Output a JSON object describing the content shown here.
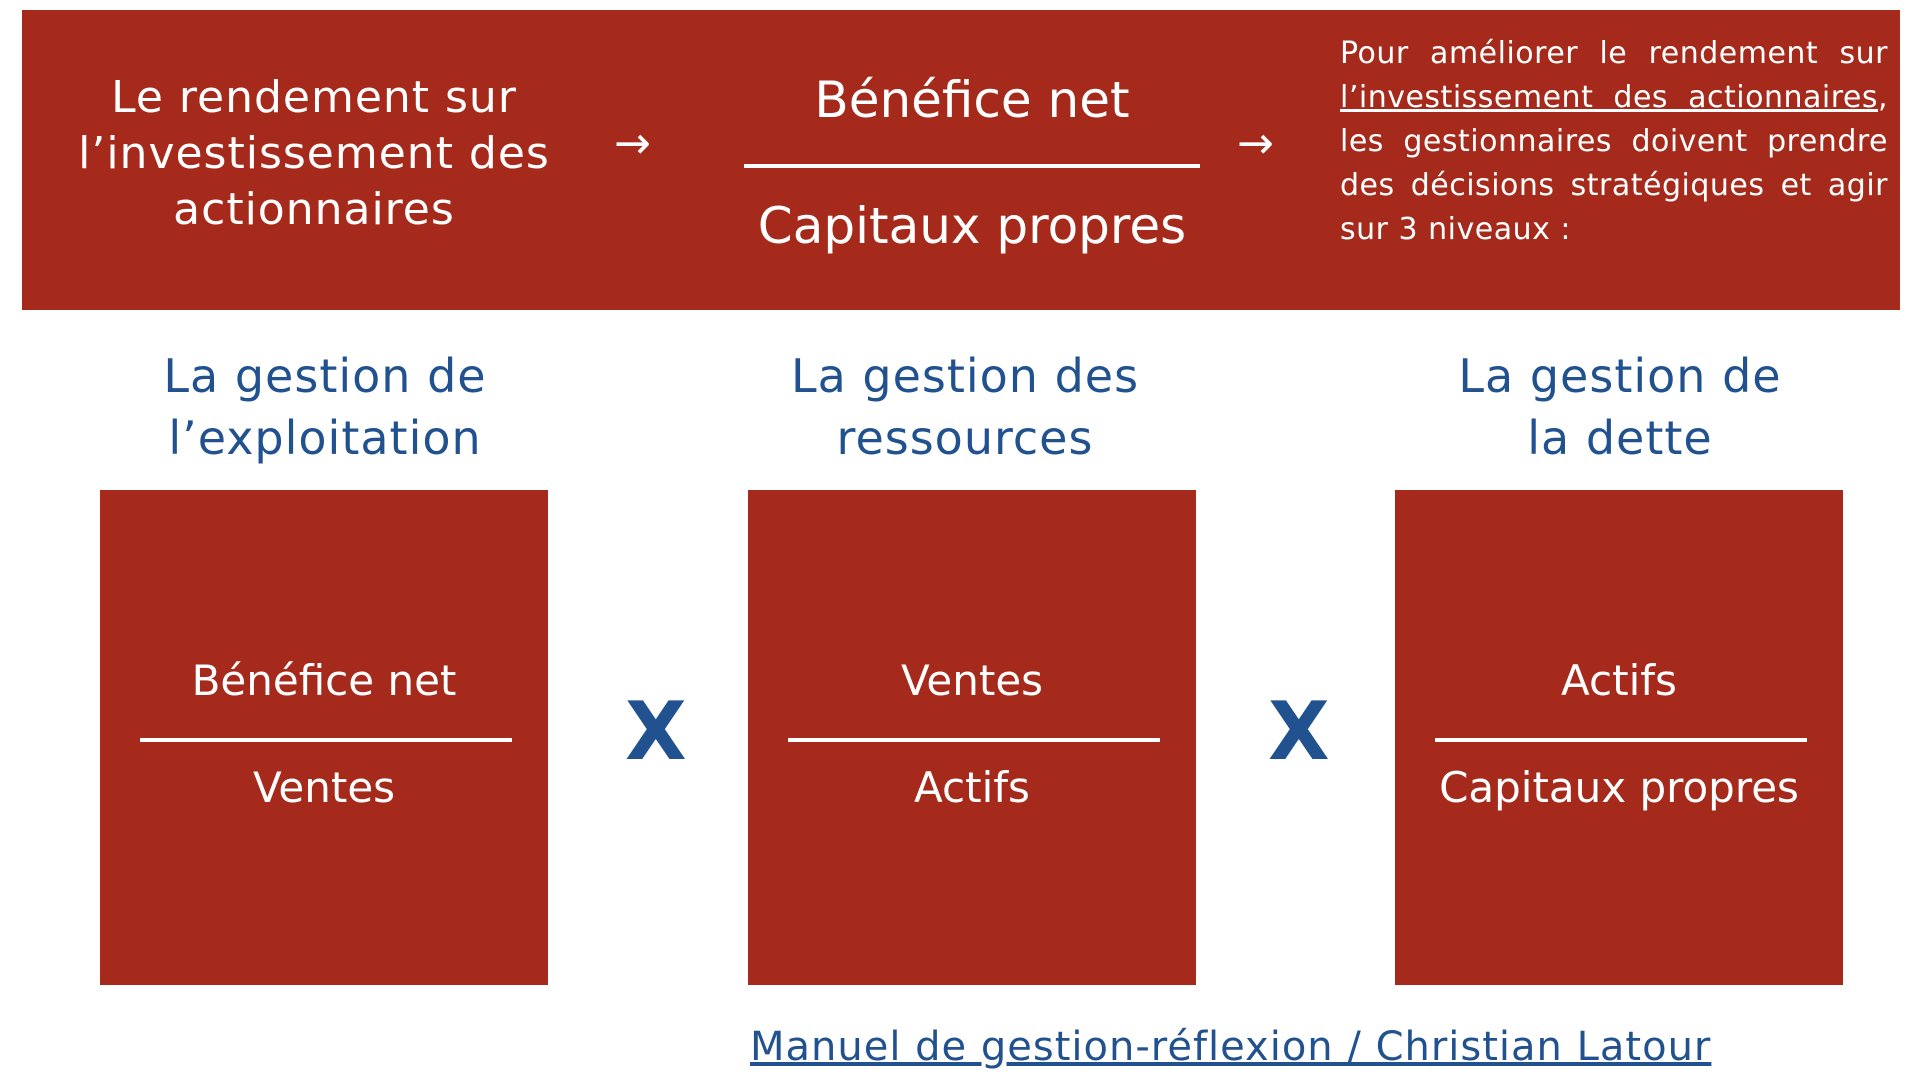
{
  "colors": {
    "red": "#a52a1b",
    "blue": "#21528f",
    "white": "#ffffff"
  },
  "banner": {
    "left_lines": [
      "Le rendement sur",
      "l’investissement des",
      "actionnaires"
    ],
    "arrow": "→",
    "fraction": {
      "numerator": "Bénéfice net",
      "denominator": "Capitaux propres"
    },
    "right_text": {
      "part1": "Pour améliorer le rendement sur ",
      "underlined": "l’investissement des actionnaires",
      "part2": ", les gestionnaires doivent prendre des décisions stratégiques et agir sur 3 niveaux :"
    }
  },
  "columns": [
    {
      "title_lines": [
        "La gestion de",
        "l’exploitation"
      ],
      "numerator": "Bénéfice net",
      "denominator": "Ventes"
    },
    {
      "title_lines": [
        "La gestion des",
        "ressources"
      ],
      "numerator": "Ventes",
      "denominator": "Actifs"
    },
    {
      "title_lines": [
        "La gestion de",
        "la dette"
      ],
      "numerator": "Actifs",
      "denominator": "Capitaux propres"
    }
  ],
  "operator": "X",
  "credit": "Manuel de gestion-réflexion / Christian Latour"
}
